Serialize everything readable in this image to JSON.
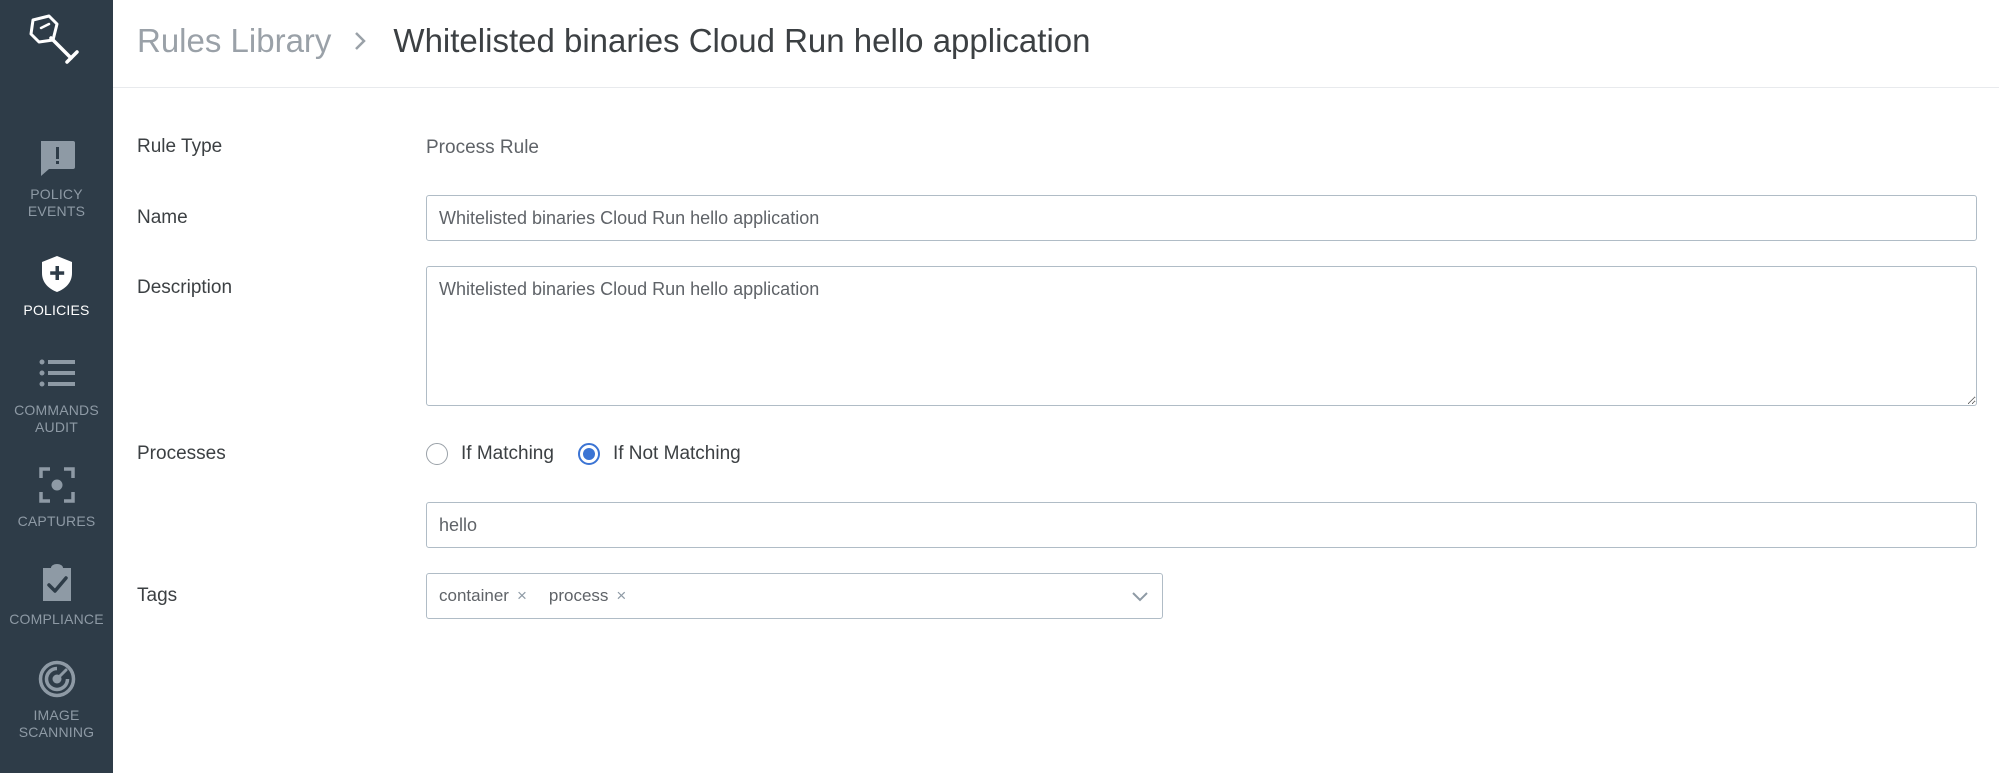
{
  "sidebar": {
    "items": [
      {
        "label": "POLICY\nEVENTS",
        "icon": "alert-message-icon",
        "active": false
      },
      {
        "label": "POLICIES",
        "icon": "shield-plus-icon",
        "active": true
      },
      {
        "label": "COMMANDS\nAUDIT",
        "icon": "list-icon",
        "active": false
      },
      {
        "label": "CAPTURES",
        "icon": "capture-focus-icon",
        "active": false
      },
      {
        "label": "COMPLIANCE",
        "icon": "clipboard-check-icon",
        "active": false
      },
      {
        "label": "IMAGE\nSCANNING",
        "icon": "radar-icon",
        "active": false
      }
    ]
  },
  "header": {
    "breadcrumb_parent": "Rules Library",
    "breadcrumb_current": "Whitelisted binaries Cloud Run hello application"
  },
  "form": {
    "rule_type_label": "Rule Type",
    "rule_type_value": "Process Rule",
    "name_label": "Name",
    "name_value": "Whitelisted binaries Cloud Run hello application",
    "description_label": "Description",
    "description_value": "Whitelisted binaries Cloud Run hello application",
    "processes_label": "Processes",
    "radio_matching": "If Matching",
    "radio_not_matching": "If Not Matching",
    "selected_radio": "If Not Matching",
    "processes_value": "hello",
    "tags_label": "Tags",
    "tags": [
      "container",
      "process"
    ],
    "tag_remove_glyph": "×"
  },
  "colors": {
    "sidebar_bg": "#2e3c48",
    "accent": "#3b74d4"
  }
}
